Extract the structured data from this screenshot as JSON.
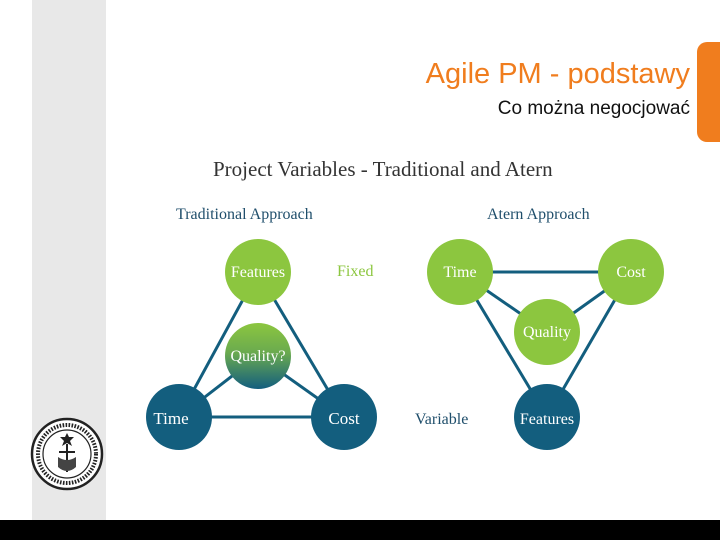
{
  "slide": {
    "title": "Agile PM - podstawy",
    "subtitle": "Co można negocjować"
  },
  "logo": {
    "name": "university-seal",
    "text": "UNIWERSYTET OPOLSKI · UNIVERSITAS OPOLIENSIS"
  },
  "diagram": {
    "heading": "Project Variables - Traditional and Atern",
    "traditional": {
      "label": "Traditional Approach",
      "features": "Features",
      "quality": "Quality?",
      "time": "Time",
      "cost": "Cost"
    },
    "atern": {
      "label": "Atern Approach",
      "time": "Time",
      "cost": "Cost",
      "quality": "Quality",
      "features": "Features"
    },
    "fixed_label": "Fixed",
    "variable_label": "Variable"
  },
  "colors": {
    "accent": "#f07d1e",
    "fixed_green": "#8cc63f",
    "variable_teal": "#135e7e",
    "heading_text": "#333333",
    "label_text": "#1f4e6b"
  }
}
